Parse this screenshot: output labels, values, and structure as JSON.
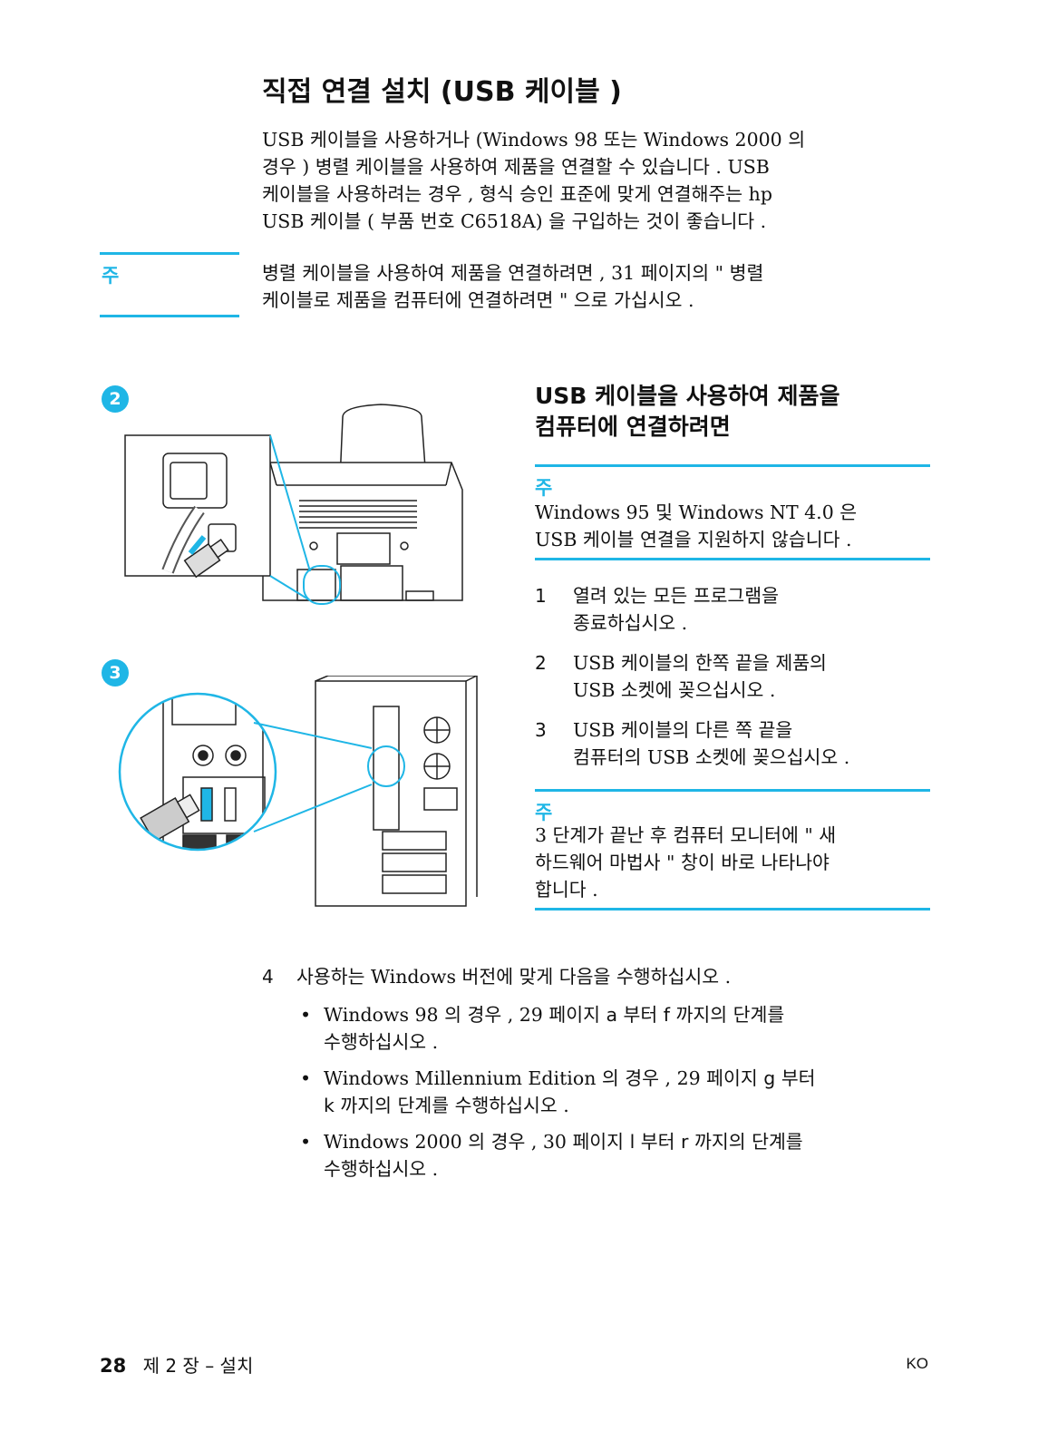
{
  "title": "직접 연결 설치 (USB 케이블 )",
  "intro": [
    "USB 케이블을 사용하거나 (Windows 98 또는 Windows 2000 의",
    "경우 ) 병렬 케이블을 사용하여 제품을 연결할 수 있습니다 . USB",
    "케이블을 사용하려는 경우 , 형식 승인 표준에 맞게 연결해주는 hp",
    "USB 케이블 ( 부품 번호 C6518A) 을 구입하는 것이 좋습니다 ."
  ],
  "note1": {
    "label": "주",
    "lines": [
      "병렬 케이블을 사용하여 제품을 연결하려면 , 31 페이지의 \" 병렬",
      "케이블로 제품을 컴퓨터에 연결하려면 \" 으로 가십시오 ."
    ]
  },
  "figure_badges": [
    "2",
    "3"
  ],
  "section": {
    "heading_line1": "USB 케이블을 사용하여 제품을",
    "heading_line2": "컴퓨터에 연결하려면"
  },
  "note2": {
    "label": "주",
    "lines": [
      "Windows 95 및 Windows NT 4.0 은",
      "USB 케이블 연결을 지원하지 않습니다 ."
    ]
  },
  "steps": [
    {
      "num": "1",
      "line1": "열려 있는 모든 프로그램을",
      "line2": "종료하십시오 ."
    },
    {
      "num": "2",
      "line1": "USB 케이블의 한쪽 끝을 제품의",
      "line2": "USB 소켓에 꽂으십시오 ."
    },
    {
      "num": "3",
      "line1": "USB 케이블의 다른 쪽 끝을",
      "line2": "컴퓨터의 USB 소켓에 꽂으십시오 ."
    }
  ],
  "note3": {
    "label": "주",
    "lines": [
      "3 단계가 끝난 후 컴퓨터 모니터에 \" 새",
      "하드웨어 마법사 \" 창이 바로 나타나야",
      "합니다 ."
    ]
  },
  "step4": {
    "num": "4",
    "text": "사용하는 Windows 버전에 맞게 다음을 수행하십시오 ."
  },
  "bullets": [
    {
      "a": "Windows 98 의 경우 , 29 페이지 ",
      "k1": "a",
      "b": " 부터 ",
      "k2": "f",
      "c": " 까지의 단계를",
      "line2": "수행하십시오 ."
    },
    {
      "a": "Windows Millennium Edition 의 경우 , 29 페이지 ",
      "k1": "g",
      "b": " 부터",
      "line2_pre": "",
      "k2": "k",
      "c": " 까지의 단계를 수행하십시오 ."
    },
    {
      "a": "Windows 2000 의 경우 , 30 페이지 ",
      "k1": "l",
      "b": " 부터 ",
      "k2": "r",
      "c": " 까지의 단계를",
      "line2": "수행하십시오 ."
    }
  ],
  "footer": {
    "page_number": "28",
    "chapter": "제 2 장 – 설치",
    "lang": "KO"
  },
  "colors": {
    "accent": "#1fb6e6",
    "text": "#111111"
  }
}
